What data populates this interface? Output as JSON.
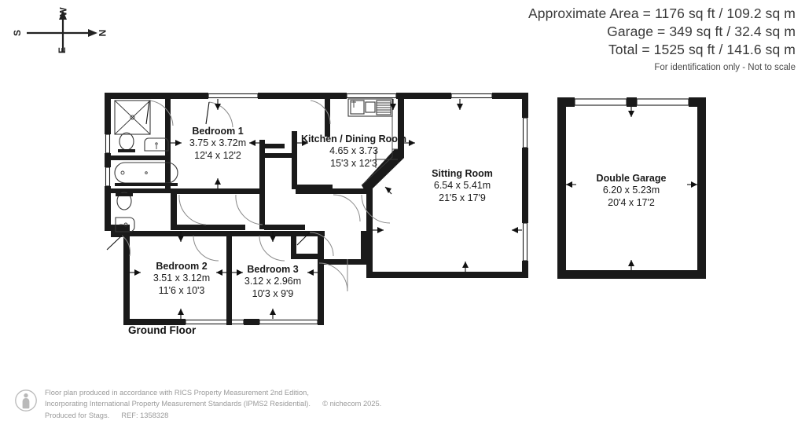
{
  "header": {
    "lines": [
      "Approximate Area = 1176 sq ft / 109.2 sq m",
      "Garage = 349 sq ft / 32.4 sq m",
      "Total = 1525 sq ft / 141.6 sq m"
    ],
    "note": "For identification only - Not to scale"
  },
  "compass": {
    "north": "N",
    "south": "S",
    "east": "E",
    "west": "W"
  },
  "floor_title": "Ground Floor",
  "rooms": [
    {
      "name": "Bedroom 1",
      "metric": "3.75 x 3.72m",
      "imperial": "12'4 x 12'2"
    },
    {
      "name": "Kitchen / Dining Room",
      "metric": "4.65 x 3.73",
      "imperial": "15'3 x 12'3"
    },
    {
      "name": "Sitting Room",
      "metric": "6.54 x 5.41m",
      "imperial": "21'5 x 17'9"
    },
    {
      "name": "Bedroom 2",
      "metric": "3.51 x 3.12m",
      "imperial": "11'6 x 10'3"
    },
    {
      "name": "Bedroom 3",
      "metric": "3.12 x 2.96m",
      "imperial": "10'3 x 9'9"
    },
    {
      "name": "Double Garage",
      "metric": "6.20 x 5.23m",
      "imperial": "20'4 x 17'2"
    }
  ],
  "footer": {
    "line1": "Floor plan produced in accordance with RICS Property Measurement 2nd Edition,",
    "line2a": "Incorporating International Property Measurement Standards (IPMS2 Residential).",
    "line2b": "© nichecom 2025.",
    "line3a": "Produced for Stags.",
    "line3b": "REF: 1358328"
  },
  "colors": {
    "wall": "#1a1a1a",
    "text": "#1a1a1a",
    "footer_text": "#9a9a9a",
    "fixture_stroke": "#3a3a3a"
  }
}
